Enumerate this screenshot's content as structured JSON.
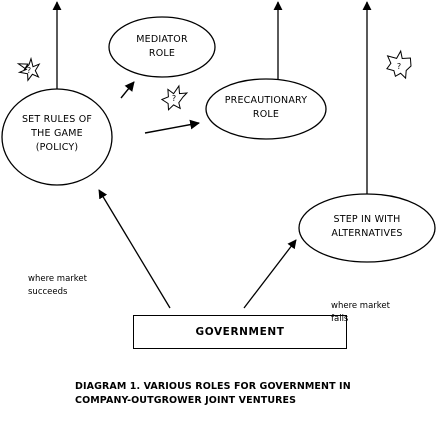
{
  "diagram": {
    "nodes": {
      "set_rules": {
        "lines": [
          "SET RULES OF",
          "THE GAME",
          "(POLICY)"
        ]
      },
      "mediator": {
        "lines": [
          "MEDIATOR",
          "ROLE"
        ]
      },
      "precautionary": {
        "lines": [
          "PRECAUTIONARY",
          "ROLE"
        ]
      },
      "step_in": {
        "lines": [
          "STEP IN WITH",
          "ALTERNATIVES"
        ]
      },
      "government": {
        "label": "GOVERNMENT"
      }
    },
    "notes": {
      "market_succeeds": {
        "lines": [
          "where market",
          "succeeds"
        ]
      },
      "market_fails": {
        "lines": [
          "where market",
          "fails"
        ]
      }
    },
    "badges": {
      "set_rules": "?",
      "mediator": "?",
      "step_in": "?"
    },
    "caption": {
      "lines": [
        "DIAGRAM 1.  VARIOUS ROLES FOR GOVERNMENT IN",
        "COMPANY-OUTGROWER JOINT VENTURES"
      ]
    }
  }
}
